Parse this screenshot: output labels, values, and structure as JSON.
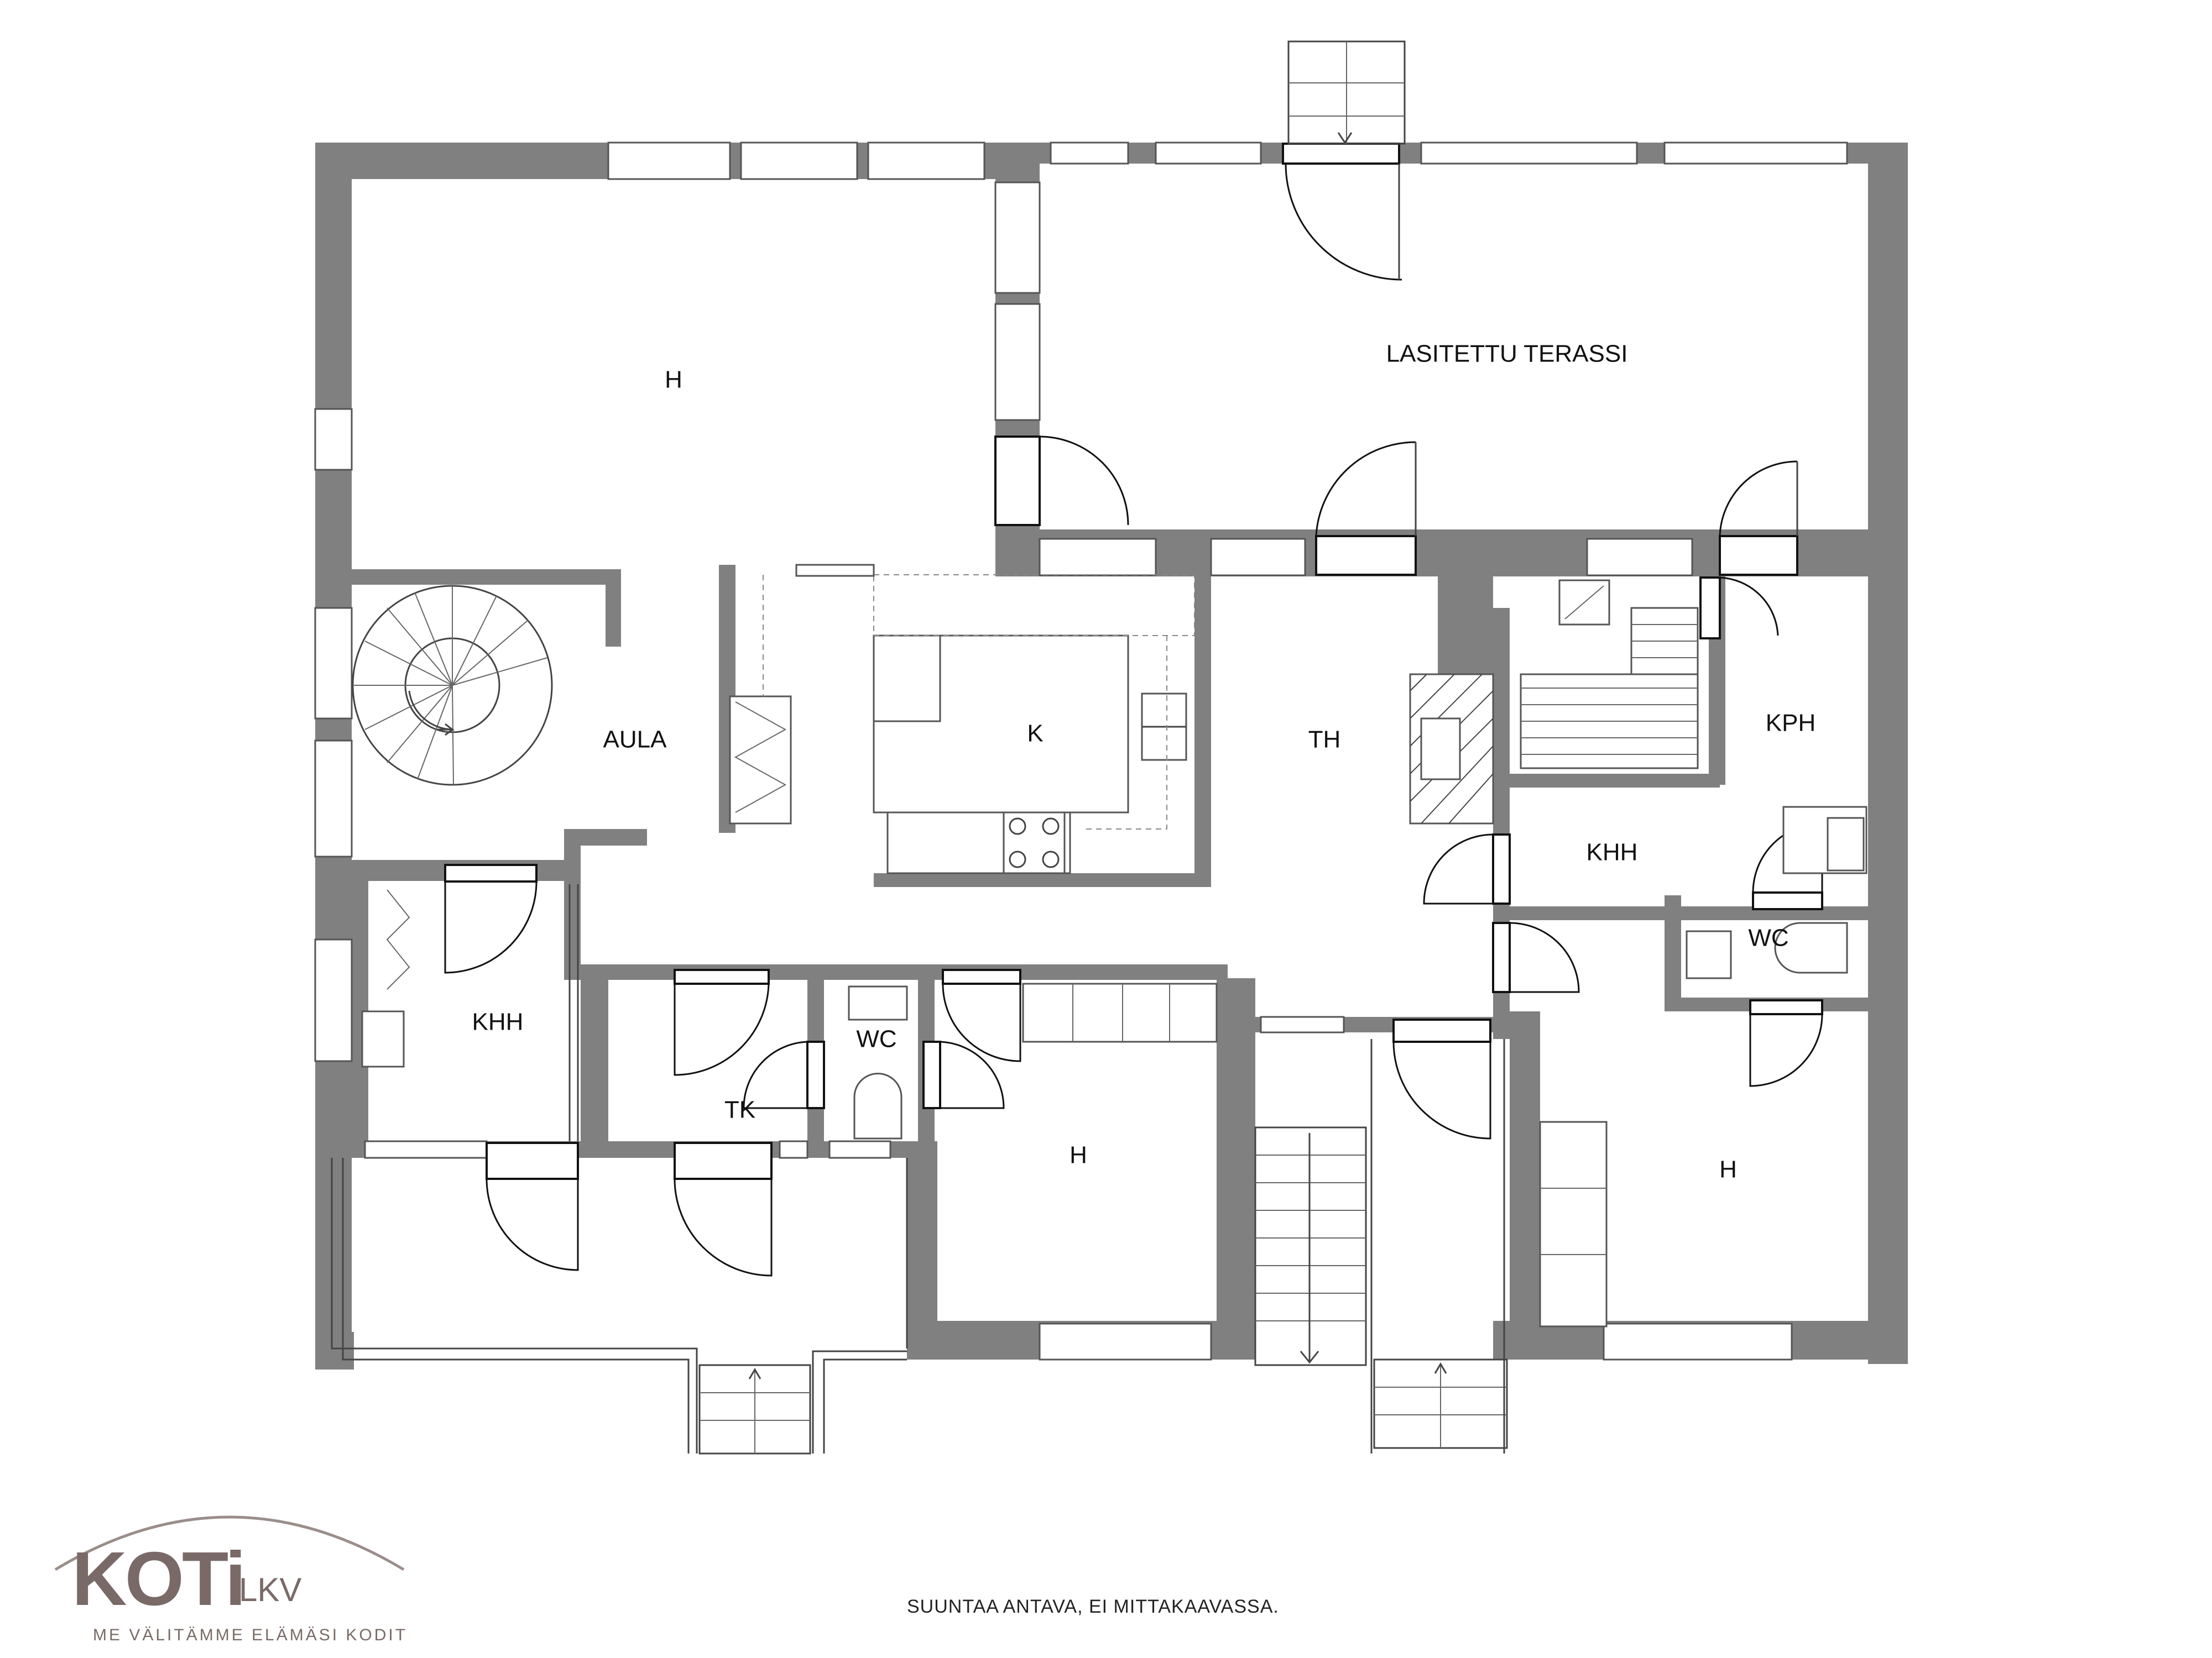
{
  "rooms": {
    "h_top": "H",
    "terrace": "LASITETTU TERASSI",
    "aula": "AULA",
    "k": "K",
    "th": "TH",
    "kph": "KPH",
    "khh_right": "KHH",
    "wc_right": "WC",
    "khh_left": "KHH",
    "tk": "TK",
    "wc_mid": "WC",
    "h_mid": "H",
    "h_right": "H"
  },
  "note": "SUUNTAA ANTAVA, EI MITTAKAAVASSA.",
  "logo": {
    "brand": "KOTi",
    "brand_suffix": "LKV",
    "tagline": "ME VÄLITÄMME ELÄMÄSI KODIT",
    "color": "#7a6a67"
  },
  "colors": {
    "wall": "#808080",
    "line": "#444444"
  }
}
